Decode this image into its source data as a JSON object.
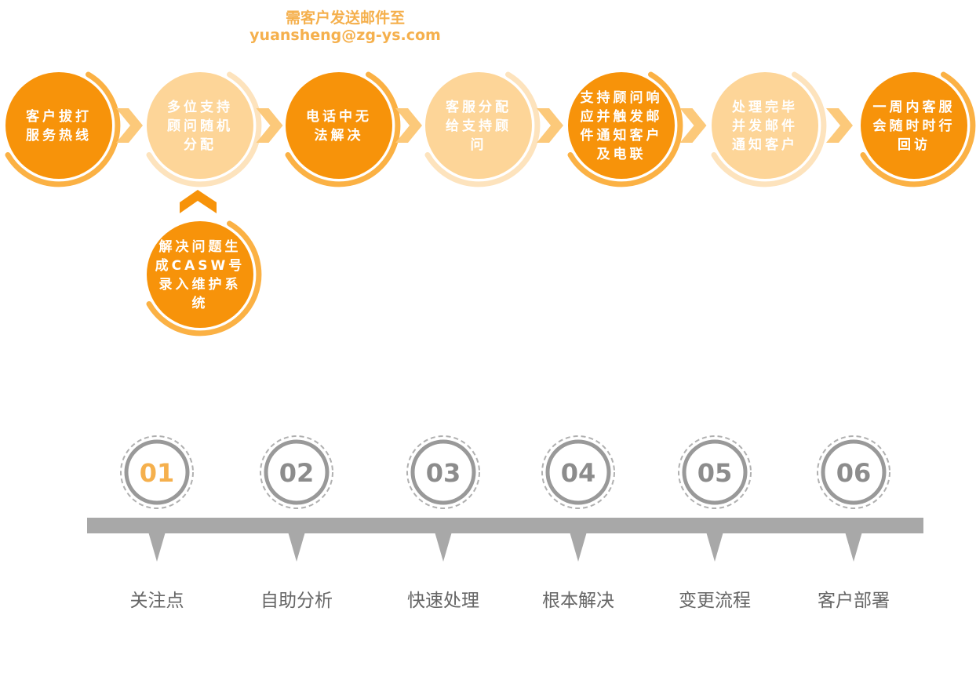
{
  "note": {
    "line1": "需客户发送邮件至",
    "line2": "yuansheng@zg-ys.com"
  },
  "colors": {
    "dark_orange": "#f7930a",
    "light_orange": "#fdd598",
    "ring_orange": "#fbb144",
    "ring_light": "#fde3bd",
    "text_white": "#ffffff",
    "timeline_gray": "#a8a8a8",
    "number_gray": "#8c8c8c",
    "number_active": "#f5b04d",
    "label_gray": "#666666"
  },
  "steps": [
    {
      "id": "s1",
      "lines": [
        "客户拔打",
        "服务热线"
      ],
      "tone": "dark"
    },
    {
      "id": "s2",
      "lines": [
        "多位支持",
        "顾问随机",
        "分配"
      ],
      "tone": "light"
    },
    {
      "id": "s3",
      "lines": [
        "电话中无",
        "法解决"
      ],
      "tone": "dark"
    },
    {
      "id": "s4",
      "lines": [
        "客服分配",
        "给支持顾",
        "问"
      ],
      "tone": "light"
    },
    {
      "id": "s5",
      "lines": [
        "支持顾问响",
        "应并触发邮",
        "件通知客户",
        "及电联"
      ],
      "tone": "dark"
    },
    {
      "id": "s6",
      "lines": [
        "处理完毕",
        "并发邮件",
        "通知客户"
      ],
      "tone": "light"
    },
    {
      "id": "s7",
      "lines": [
        "一周内客服",
        "会随时时行",
        "回访"
      ],
      "tone": "dark"
    }
  ],
  "sub_step": {
    "lines": [
      "解决问题生",
      "成CASW号",
      "录入维护系",
      "统"
    ],
    "tone": "dark"
  },
  "timeline": {
    "items": [
      {
        "number": "01",
        "label": "关注点",
        "active": true
      },
      {
        "number": "02",
        "label": "自助分析",
        "active": false
      },
      {
        "number": "03",
        "label": "快速处理",
        "active": false
      },
      {
        "number": "04",
        "label": "根本解决",
        "active": false
      },
      {
        "number": "05",
        "label": "变更流程",
        "active": false
      },
      {
        "number": "06",
        "label": "客户部署",
        "active": false
      }
    ]
  }
}
